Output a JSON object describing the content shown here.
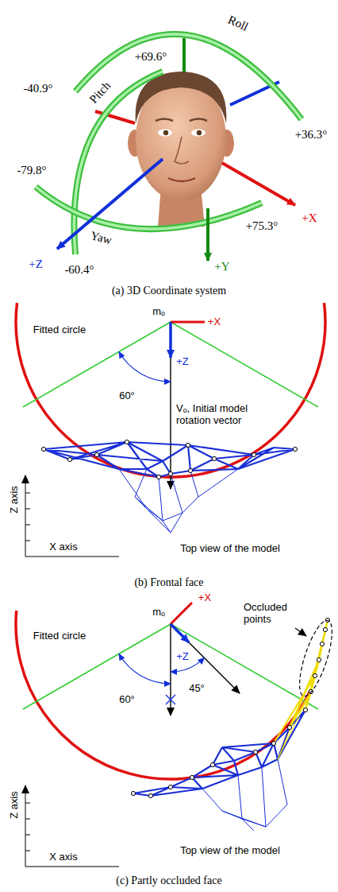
{
  "diagram": {
    "labels": [
      "Roll",
      "Pitch",
      "+69.6°",
      "-40.9°",
      "+36.3°",
      "+X",
      "-79.8°",
      "+Z",
      "Yaw",
      "+75.3°",
      "-60.4°",
      "+Y",
      "(a) 3D Coordinate system",
      "Fitted circle",
      "mₒ",
      "+X",
      "+Z",
      "60°",
      "Vₒ, Initial model rotation vector",
      "Z axis",
      "X axis",
      "Top view of the model",
      "(b) Frontal face",
      "Fitted circle",
      "mₒ",
      "+X",
      "+Z",
      "Occluded points",
      "60°",
      "45°",
      "Z axis",
      "X axis",
      "Top view of the model",
      "(c) Partly occluded face"
    ]
  }
}
